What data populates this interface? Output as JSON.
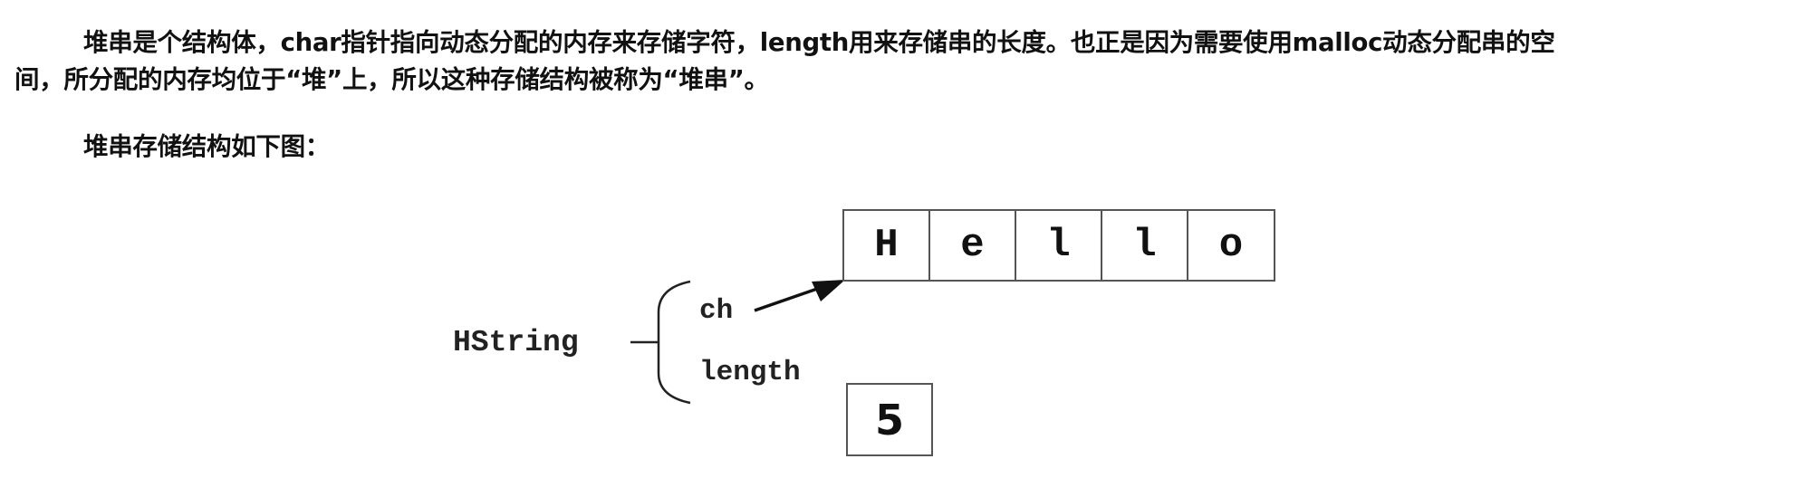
{
  "document": {
    "paragraphs": [
      {
        "lines": [
          "堆串是个结构体，char指针指向动态分配的内存来存储字符，length用来存储串的长度。也正是因为需要使用malloc动态分配串的空",
          "间，所分配的内存均位于“堆”上，所以这种存储结构被称为“堆串”。"
        ]
      },
      {
        "lines": [
          "堆串存储结构如下图："
        ]
      }
    ]
  },
  "diagram": {
    "struct_name": "HString",
    "fields": [
      {
        "name": "ch"
      },
      {
        "name": "length"
      }
    ],
    "char_cells": [
      "H",
      "e",
      "l",
      "l",
      "o"
    ],
    "length_value": "5",
    "colors": {
      "stroke": "#222222",
      "cell_border": "#555555",
      "text": "#111111"
    }
  }
}
